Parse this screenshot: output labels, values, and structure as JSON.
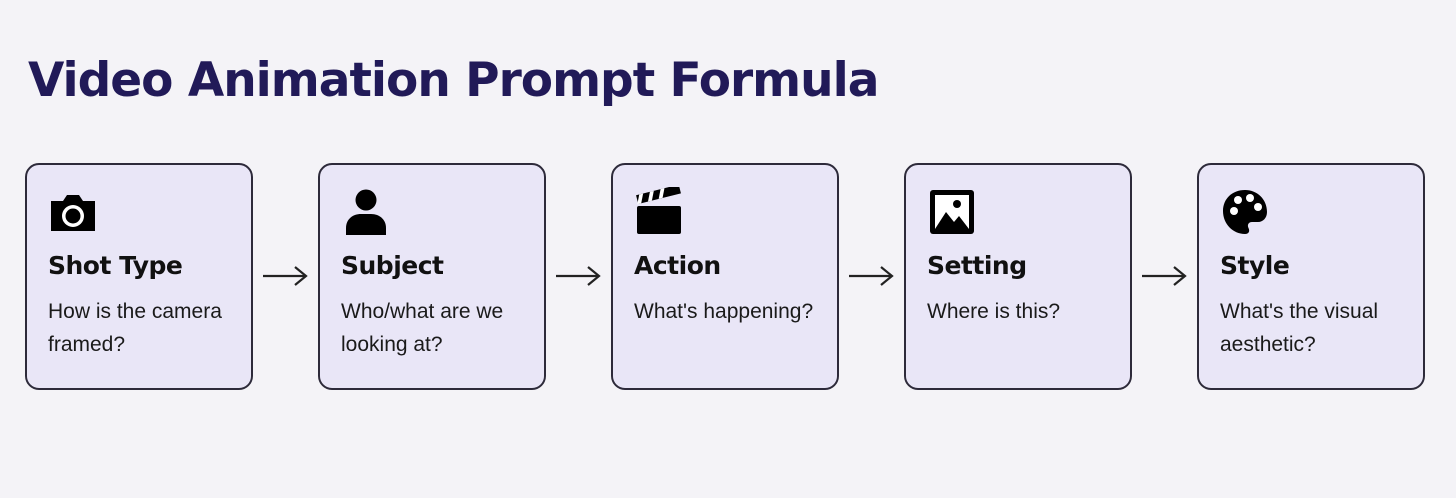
{
  "title": "Video Animation Prompt Formula",
  "colors": {
    "background": "#f4f3f7",
    "title": "#211a58",
    "card_fill": "#e9e6f7",
    "card_border": "#2d2a3a",
    "text": "#111111"
  },
  "steps": [
    {
      "icon": "camera-icon",
      "heading": "Shot Type",
      "description": "How is the camera framed?"
    },
    {
      "icon": "person-icon",
      "heading": "Subject",
      "description": "Who/what are we looking at?"
    },
    {
      "icon": "clapperboard-icon",
      "heading": "Action",
      "description": "What's happening?"
    },
    {
      "icon": "image-icon",
      "heading": "Setting",
      "description": "Where is this?"
    },
    {
      "icon": "palette-icon",
      "heading": "Style",
      "description": "What's the visual aesthetic?"
    }
  ],
  "connectors": [
    "arrow-right-icon",
    "arrow-right-icon",
    "arrow-right-icon",
    "arrow-right-icon"
  ]
}
